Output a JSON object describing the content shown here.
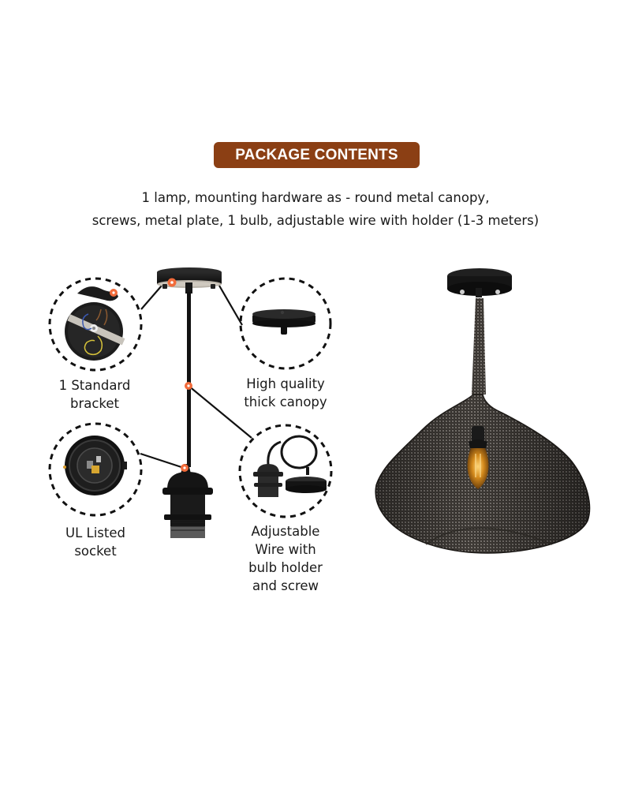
{
  "header": {
    "badge_label": "PACKAGE CONTENTS",
    "badge_color": "#8b3f14",
    "badge_text_color": "#ffffff"
  },
  "description": {
    "line1": "1 lamp, mounting hardware as - round metal canopy,",
    "line2": "screws, metal plate, 1 bulb, adjustable wire with holder (1-3 meters)"
  },
  "components": [
    {
      "id": "bracket",
      "label_line1": "1 Standard",
      "label_line2": "bracket",
      "icon": "bracket-icon"
    },
    {
      "id": "canopy",
      "label_line1": "High quality",
      "label_line2": "thick canopy",
      "icon": "canopy-icon"
    },
    {
      "id": "socket",
      "label_line1": "UL Listed",
      "label_line2": "socket",
      "icon": "socket-icon"
    },
    {
      "id": "wire",
      "label_line1": "Adjustable",
      "label_line2": "Wire with",
      "label_line3": "bulb holder",
      "label_line4": "and screw",
      "icon": "wire-holder-icon"
    }
  ],
  "colors": {
    "callout_dot": "#f26b3a",
    "line": "#111111",
    "fixture_black": "#141414"
  },
  "product_image": {
    "subject": "mesh pendant lamp with Edison bulb"
  }
}
